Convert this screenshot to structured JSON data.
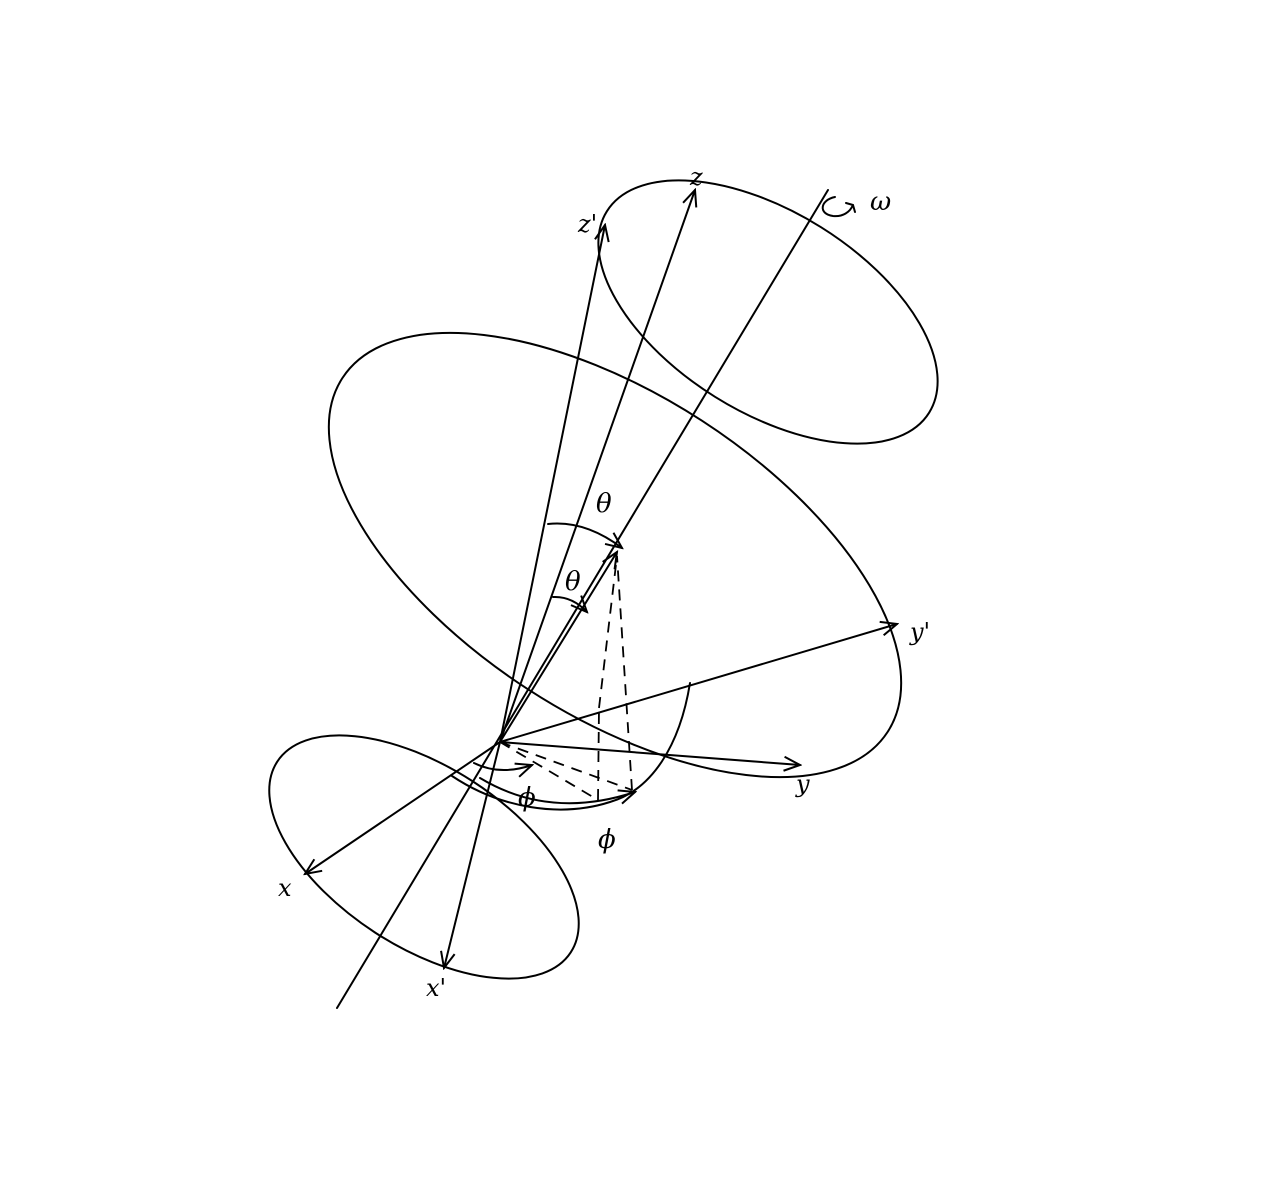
{
  "diagram": {
    "labels": {
      "z": "z",
      "z_prime": "z'",
      "omega": "ω",
      "theta_outer": "θ",
      "theta_inner": "θ",
      "y_prime": "y'",
      "y": "y",
      "phi_inner": "ϕ",
      "phi_outer": "ϕ",
      "x": "x",
      "x_prime": "x'"
    },
    "colors": {
      "stroke": "#000000",
      "background": "#ffffff"
    }
  }
}
